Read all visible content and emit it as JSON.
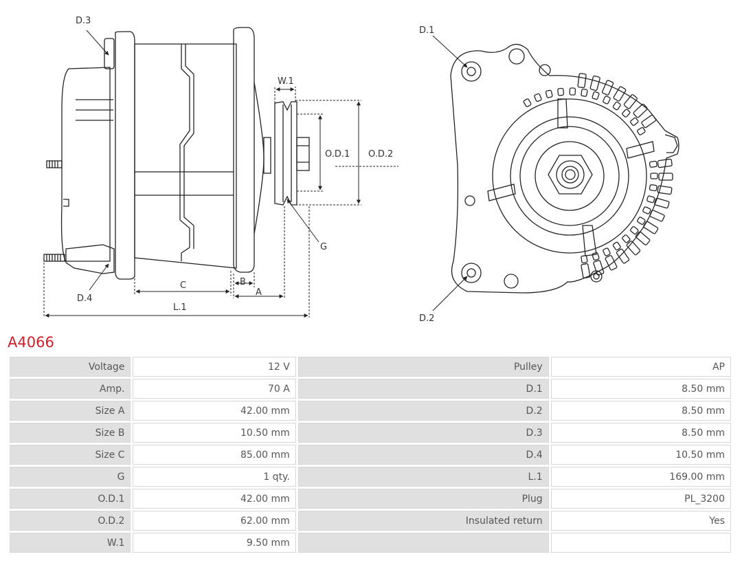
{
  "drawing": {
    "labels": {
      "d1": "D.1",
      "d2": "D.2",
      "d3": "D.3",
      "d4": "D.4",
      "w1": "W.1",
      "od1": "O.D.1",
      "od2": "O.D.2",
      "g": "G",
      "a": "A",
      "b": "B",
      "c": "C",
      "l1": "L.1"
    }
  },
  "product": {
    "code": "A4066"
  },
  "specs": {
    "rows": [
      {
        "left_key": "Voltage",
        "left_value": "12 V",
        "right_key": "Pulley",
        "right_value": "AP"
      },
      {
        "left_key": "Amp.",
        "left_value": "70 A",
        "right_key": "D.1",
        "right_value": "8.50 mm"
      },
      {
        "left_key": "Size A",
        "left_value": "42.00 mm",
        "right_key": "D.2",
        "right_value": "8.50 mm"
      },
      {
        "left_key": "Size B",
        "left_value": "10.50 mm",
        "right_key": "D.3",
        "right_value": "8.50 mm"
      },
      {
        "left_key": "Size C",
        "left_value": "85.00 mm",
        "right_key": "D.4",
        "right_value": "10.50 mm"
      },
      {
        "left_key": "G",
        "left_value": "1 qty.",
        "right_key": "L.1",
        "right_value": "169.00 mm"
      },
      {
        "left_key": "O.D.1",
        "left_value": "42.00 mm",
        "right_key": "Plug",
        "right_value": "PL_3200"
      },
      {
        "left_key": "O.D.2",
        "left_value": "62.00 mm",
        "right_key": "Insulated return",
        "right_value": "Yes"
      },
      {
        "left_key": "W.1",
        "left_value": "9.50 mm",
        "right_key": "",
        "right_value": ""
      }
    ]
  }
}
